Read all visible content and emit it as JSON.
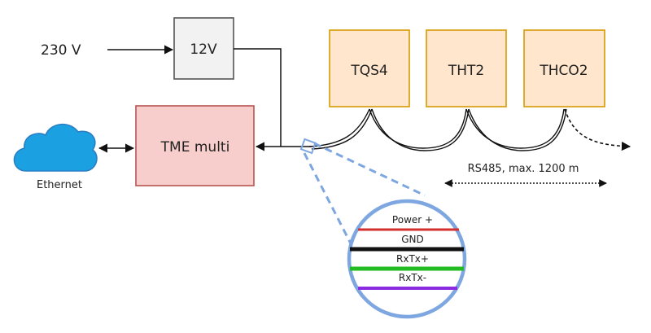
{
  "input": {
    "voltage_label": "230 V"
  },
  "psu": {
    "label": "12V",
    "fill": "#f2f2f2",
    "stroke": "#555555"
  },
  "controller": {
    "label": "TME multi",
    "fill": "#f8cecc",
    "stroke": "#b85450"
  },
  "cloud": {
    "label": "Ethernet",
    "fill": "#1ba1e2",
    "stroke": "#2a7fc4"
  },
  "sensors": [
    {
      "label": "TQS4"
    },
    {
      "label": "THT2"
    },
    {
      "label": "THCO2"
    }
  ],
  "sensor_style": {
    "fill": "#ffe6cc",
    "stroke": "#d79b00"
  },
  "bus": {
    "label": "RS485, max. 1200 m"
  },
  "detail": {
    "stroke": "#7ea6e0",
    "wires": [
      {
        "label": "Power +",
        "color": "#d32f2f"
      },
      {
        "label": "GND",
        "color": "#111111"
      },
      {
        "label": "RxTx+",
        "color": "#22bb22"
      },
      {
        "label": "RxTx-",
        "color": "#8a2be2"
      }
    ]
  }
}
